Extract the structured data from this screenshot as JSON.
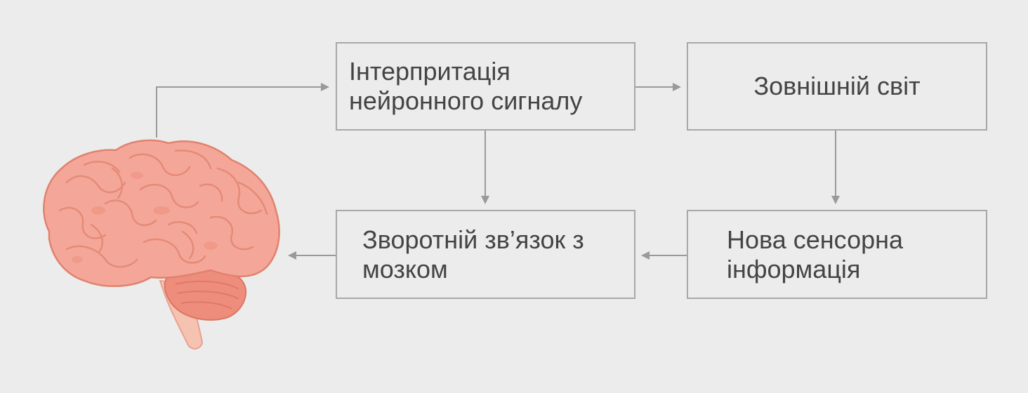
{
  "diagram": {
    "nodes": [
      {
        "id": "interp",
        "label": "Інтерпритація нейронного сигналу"
      },
      {
        "id": "world",
        "label": "Зовнішній світ"
      },
      {
        "id": "sensory",
        "label": "Нова сенсорна інформація"
      },
      {
        "id": "feedback",
        "label": "Зворотній зв’язок з мозком"
      }
    ],
    "edges": [
      {
        "from": "brain",
        "to": "interp"
      },
      {
        "from": "interp",
        "to": "world"
      },
      {
        "from": "interp",
        "to": "feedback"
      },
      {
        "from": "world",
        "to": "sensory"
      },
      {
        "from": "sensory",
        "to": "feedback"
      },
      {
        "from": "feedback",
        "to": "brain"
      }
    ]
  },
  "colors": {
    "background": "#ececec",
    "box_border": "#a8a8a8",
    "text": "#444444",
    "arrow": "#9a9a9a",
    "brain_fill": "#f4a798",
    "brain_stroke": "#e0826f",
    "cerebellum": "#ee8d7c",
    "brainstem": "#f6c2b2"
  },
  "icons": [
    "brain-icon"
  ]
}
